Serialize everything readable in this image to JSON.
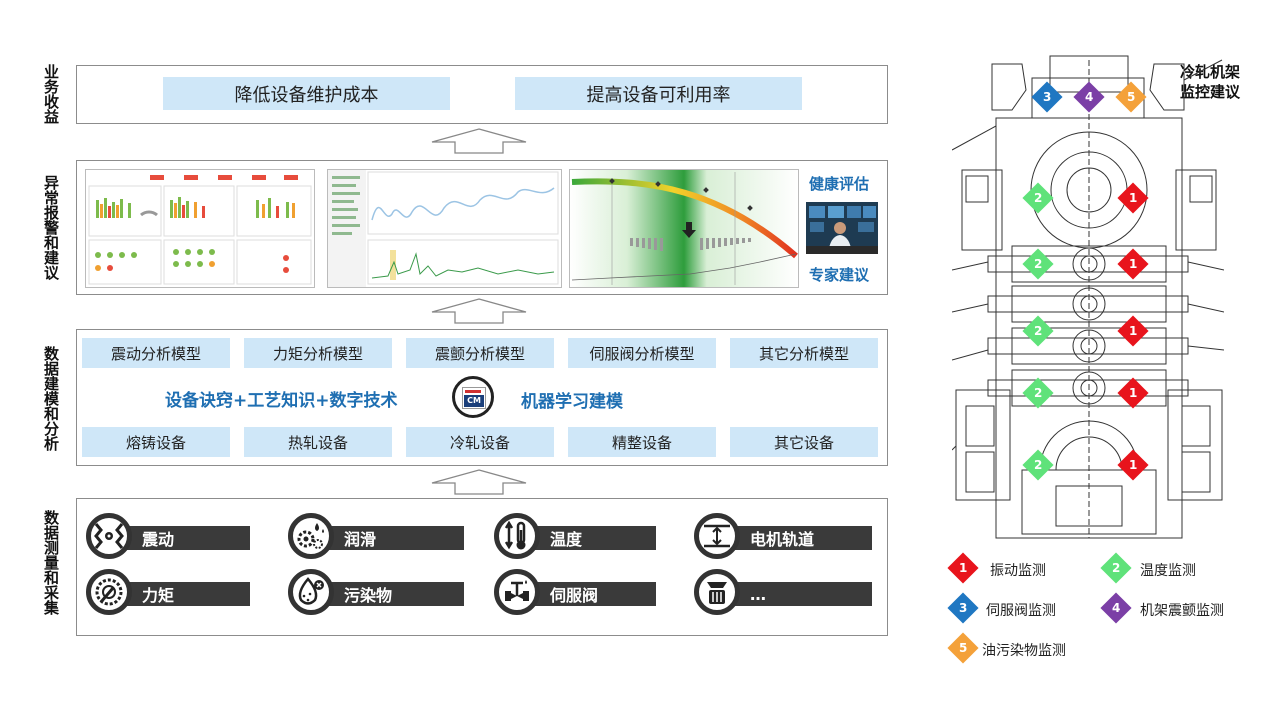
{
  "layers": {
    "benefit": {
      "label": "业务收益",
      "items": [
        "降低设备维护成本",
        "提高设备可利用率"
      ]
    },
    "alarm": {
      "label": "异常报警和建议",
      "health_label": "健康评估",
      "expert_label": "专家建议"
    },
    "modeling": {
      "label": "数据建模和分析",
      "models": [
        "震动分析模型",
        "力矩分析模型",
        "震颤分析模型",
        "伺服阀分析模型",
        "其它分析模型"
      ],
      "slogan": "设备诀窍+工艺知识+数字技术",
      "logo_text": "CM",
      "ml_label": "机器学习建模",
      "equipment": [
        "熔铸设备",
        "热轧设备",
        "冷轧设备",
        "精整设备",
        "其它设备"
      ]
    },
    "measure": {
      "label": "数据测量和采集",
      "sensors": [
        {
          "label": "震动",
          "icon": "vibration-icon"
        },
        {
          "label": "润滑",
          "icon": "lubrication-icon"
        },
        {
          "label": "温度",
          "icon": "temperature-icon"
        },
        {
          "label": "电机轨道",
          "icon": "motor-track-icon"
        },
        {
          "label": "力矩",
          "icon": "torque-icon"
        },
        {
          "label": "污染物",
          "icon": "contaminant-icon"
        },
        {
          "label": "伺服阀",
          "icon": "servo-valve-icon"
        },
        {
          "label": "…",
          "icon": "more-icon"
        }
      ]
    }
  },
  "stand": {
    "title": "冷轧机架监控建议",
    "legend": [
      {
        "num": "1",
        "label": "振动监测",
        "color": "#e8141c"
      },
      {
        "num": "2",
        "label": "温度监测",
        "color": "#5fe27a"
      },
      {
        "num": "3",
        "label": "伺服阀监测",
        "color": "#1f77c2"
      },
      {
        "num": "4",
        "label": "机架震颤监测",
        "color": "#7b3fa6"
      },
      {
        "num": "5",
        "label": "油污染物监测",
        "color": "#f4a13a"
      }
    ]
  }
}
